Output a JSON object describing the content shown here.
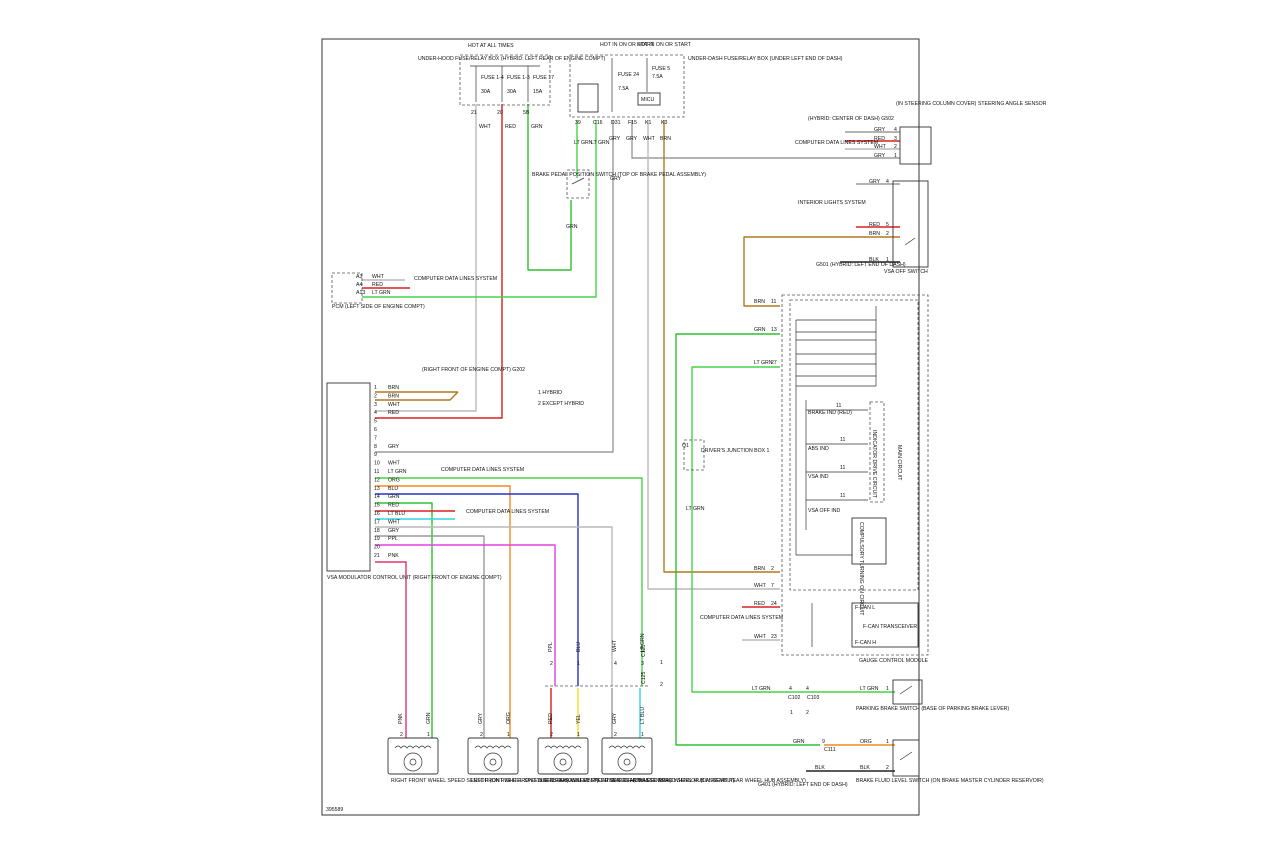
{
  "diagram_id": "395589",
  "colors": {
    "WHT": "#b9b9b9",
    "RED": "#d62020",
    "GRN": "#2fc02f",
    "LTGRN": "#47d247",
    "GRY": "#9a9a9a",
    "BRN": "#b07a1e",
    "ORG": "#ee8a22",
    "BLU": "#2530c8",
    "LTBLU": "#35d3e6",
    "PPL": "#e142e1",
    "PNK": "#e03468",
    "YEL": "#f0e020",
    "BLK": "#222222"
  },
  "underhood": {
    "title": "UNDER-HOOD FUSE/RELAY BOX (HYBRID: LEFT REAR OF ENGINE COMPT)",
    "hot": "HOT AT ALL TIMES",
    "fuses": [
      {
        "name": "FUSE 1-4",
        "rating": "30A",
        "pin": "21",
        "wire": "WHT"
      },
      {
        "name": "FUSE 1-3",
        "rating": "30A",
        "pin": "20",
        "wire": "RED"
      },
      {
        "name": "FUSE 17",
        "rating": "15A",
        "pin": "5B",
        "wire": "GRN"
      }
    ]
  },
  "underdash": {
    "title": "UNDER-DASH FUSE/RELAY BOX (UNDER LEFT END OF DASH)",
    "hot1": "HOT IN ON OR START",
    "hot2": "HOT IN ON OR START",
    "fuse24": {
      "name": "FUSE 24",
      "rating": "7.5A"
    },
    "fuse5": {
      "name": "FUSE 5",
      "rating": "7.5A"
    },
    "micu": "MICU",
    "pins": [
      {
        "pin": "39",
        "wire": "LT GRN"
      },
      {
        "pin": "C16",
        "wire": "LT GRN"
      },
      {
        "pin": "D31",
        "wire": "GRY"
      },
      {
        "pin": "F15",
        "wire": "GRY"
      },
      {
        "pin": "K1",
        "wire": "WHT"
      },
      {
        "pin": "K3",
        "wire": "BRN"
      }
    ]
  },
  "brake_pedal": {
    "label": "BRAKE PEDAL POSITION SWITCH (TOP OF BRAKE PEDAL ASSEMBLY)",
    "wire_in": "GRY",
    "wire_out": "GRN"
  },
  "steering": {
    "title": "(IN STEERING COLUMN COVER) STEERING ANGLE SENSOR",
    "ground": "(HYBRID: CENTER OF DASH) G502",
    "cdl": "COMPUTER DATA LINES SYSTEM",
    "rows": [
      {
        "wire": "GRY",
        "pin": "4"
      },
      {
        "wire": "RED",
        "pin": "3"
      },
      {
        "wire": "WHT",
        "pin": "2"
      },
      {
        "wire": "GRY",
        "pin": "1"
      }
    ]
  },
  "vsa_off": {
    "title": "VSA OFF SWITCH",
    "interior": "INTERIOR LIGHTS SYSTEM",
    "ground": "G501 (HYBRID: LEFT END OF DASH)",
    "rows": [
      {
        "wire": "GRY",
        "pin": "4"
      },
      {
        "wire": "RED",
        "pin": "5"
      },
      {
        "wire": "BRN",
        "pin": "2"
      },
      {
        "wire": "BLK",
        "pin": "1"
      }
    ]
  },
  "pcm": {
    "label": "PCM (LEFT SIDE OF ENGINE COMPT)",
    "cdl": "COMPUTER DATA LINES SYSTEM",
    "pins": [
      {
        "pin": "A3",
        "wire": "WHT"
      },
      {
        "pin": "A4",
        "wire": "RED"
      },
      {
        "pin": "A13",
        "wire": "LT GRN"
      }
    ]
  },
  "notes": {
    "g202": "(RIGHT FRONT OF ENGINE COMPT) G202",
    "n1": "1  HYBRID",
    "n2": "2  EXCEPT HYBRID"
  },
  "vsa": {
    "label": "VSA MODULATOR CONTROL UNIT (RIGHT FRONT OF ENGINE COMPT)",
    "pins": [
      {
        "pin": "1",
        "wire": "BRN"
      },
      {
        "pin": "2",
        "wire": "BRN"
      },
      {
        "pin": "3",
        "wire": "WHT"
      },
      {
        "pin": "4",
        "wire": "RED"
      },
      {
        "pin": "5",
        "wire": ""
      },
      {
        "pin": "6",
        "wire": ""
      },
      {
        "pin": "7",
        "wire": ""
      },
      {
        "pin": "8",
        "wire": "GRY"
      },
      {
        "pin": "9",
        "wire": ""
      },
      {
        "pin": "10",
        "wire": "WHT"
      },
      {
        "pin": "11",
        "wire": "LT GRN"
      },
      {
        "pin": "12",
        "wire": "ORG"
      },
      {
        "pin": "13",
        "wire": "BLU"
      },
      {
        "pin": "14",
        "wire": "GRN"
      },
      {
        "pin": "15",
        "wire": "RED"
      },
      {
        "pin": "16",
        "wire": "LT BLU"
      },
      {
        "pin": "17",
        "wire": "WHT"
      },
      {
        "pin": "18",
        "wire": "GRY"
      },
      {
        "pin": "19",
        "wire": "PPL"
      },
      {
        "pin": "20",
        "wire": ""
      },
      {
        "pin": "21",
        "wire": "PNK"
      }
    ],
    "cdl10": "COMPUTER DATA LINES SYSTEM",
    "cdl15": "COMPUTER DATA LINES SYSTEM"
  },
  "junction": {
    "label": "DRIVER'S JUNCTION BOX 1",
    "pin": "Q1"
  },
  "gauge": {
    "label": "GAUGE CONTROL MODULE",
    "main": "MAIN CIRCUIT",
    "indicator": "INDICATOR DRIVE CIRCUIT",
    "compulsory": "COMPULSORY TURNING ON CIRCUIT",
    "fcan": "F-CAN TRANSCEIVER",
    "fcanl": "F-CAN L",
    "fcanh": "F-CAN H",
    "inds": [
      "BRAKE IND (RED)",
      "ABS IND",
      "VSA IND",
      "VSA OFF IND"
    ],
    "ind_pins": [
      "11",
      "11",
      "11",
      "11"
    ],
    "pins": [
      {
        "wire": "BRN",
        "pin": "11"
      },
      {
        "wire": "GRN",
        "pin": "13"
      },
      {
        "wire": "LT GRN",
        "pin": "27"
      },
      {
        "wire": "BRN",
        "pin": "2"
      },
      {
        "wire": "WHT",
        "pin": "7"
      },
      {
        "wire": "RED",
        "pin": "24"
      },
      {
        "wire": "WHT",
        "pin": "23"
      }
    ],
    "cdl": "COMPUTER DATA LINES SYSTEM",
    "jb_wire": "LT GRN"
  },
  "parking": {
    "label": "PARKING BRAKE SWITCH (BASE OF PARKING BRAKE LEVER)",
    "wire": "LT GRN",
    "wire2": "LT GRN",
    "pin": "1",
    "c102": "C102",
    "c103": "C103",
    "p4a": "4",
    "p4b": "4",
    "n1": "1",
    "n2": "2"
  },
  "brake_fluid": {
    "label": "BRAKE FLUID LEVEL SWITCH (ON BRAKE MASTER CYLINDER RESERVOIR)",
    "ground": "G401 (HYBRID: LEFT END OF DASH)",
    "wire_grn": "GRN",
    "wire_org": "ORG",
    "pin9": "9",
    "c111": "C111",
    "pin1": "1",
    "wire_blk": "BLK",
    "wire_blk2": "BLK",
    "pin2": "2"
  },
  "connectors": {
    "c125_1": "C125",
    "c125_2": "C125",
    "n1": "1",
    "n2": "2"
  },
  "sensors": [
    {
      "label": "RIGHT FRONT WHEEL SPEED SENSOR (ON RIGHT FRONT WHEEL HUB ASSEMBLY)",
      "w1": "PNK",
      "w2": "GRN",
      "p1": "2",
      "p2": "1"
    },
    {
      "label": "LEFT FRONT WHEEL SPEED SENSOR (ON LEFT FRONT WHEEL HUB ASSEMBLY)",
      "w1": "GRY",
      "w2": "ORG",
      "p1": "2",
      "p2": "1"
    },
    {
      "label": "LEFT REAR WHEEL SPEED SENSOR (ON LEFT REAR WHEEL HUB ASSEMBLY)",
      "w1": "RED",
      "w2": "YEL",
      "p1": "2",
      "p2": "1",
      "u1": "PPL",
      "u2": "BLU",
      "up1": "2",
      "up2": "1"
    },
    {
      "label": "RIGHT REAR WHEEL SPEED SENSOR (ON RIGHT REAR WHEEL HUB ASSEMBLY)",
      "w1": "GRY",
      "w2": "LT BLU",
      "p1": "2",
      "p2": "1",
      "u1": "WHT",
      "u2": "LT GRN",
      "up1": "4",
      "up2": "3"
    }
  ]
}
